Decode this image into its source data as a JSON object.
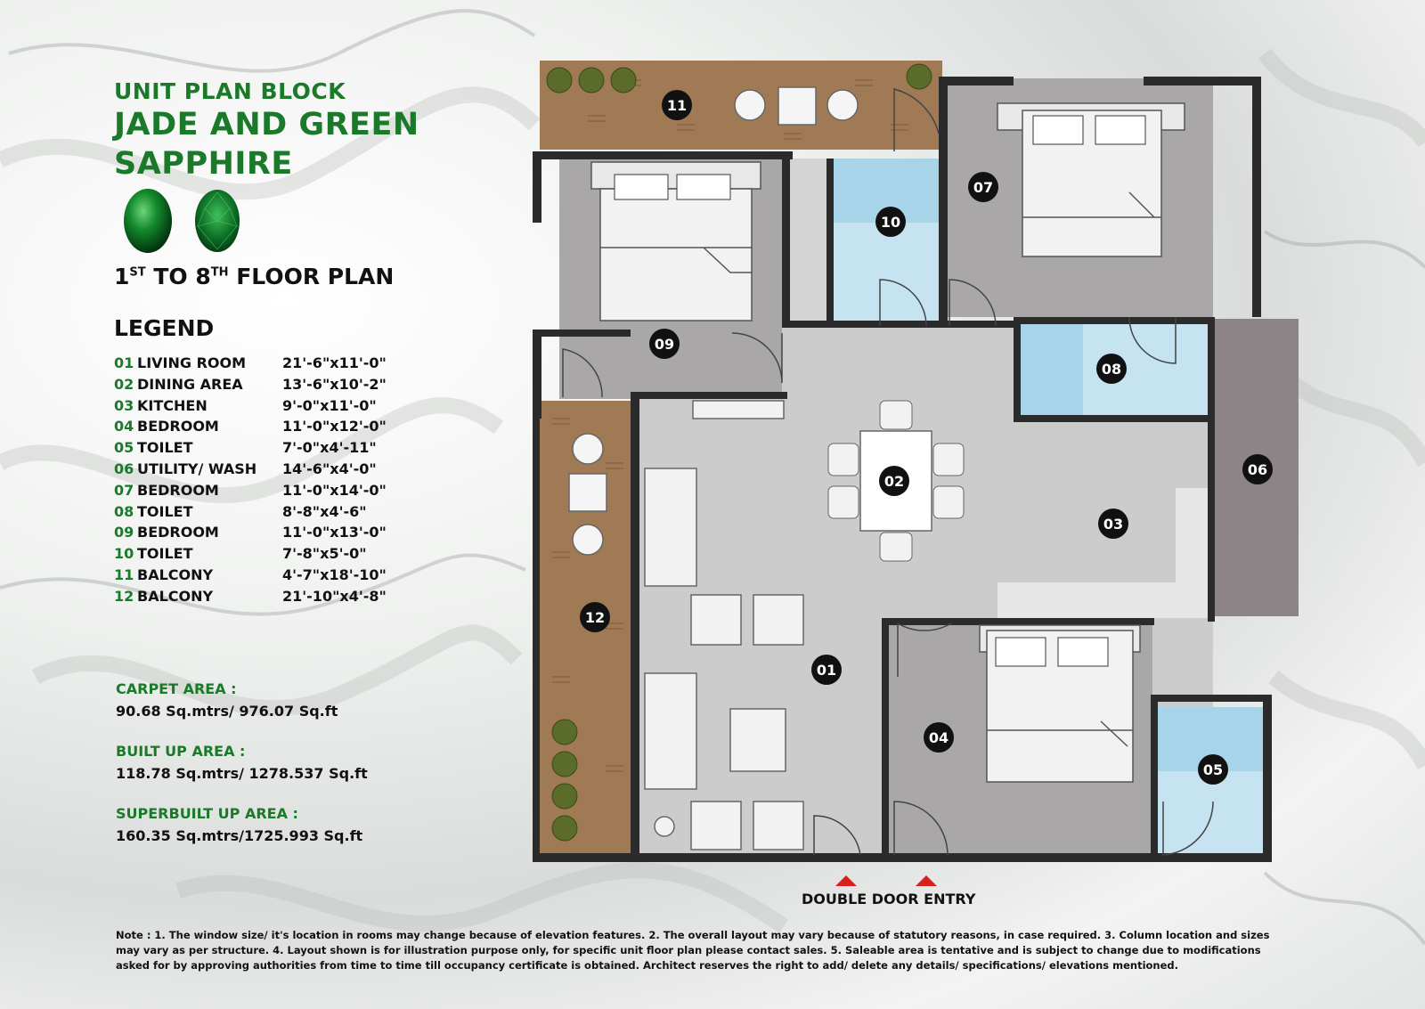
{
  "header": {
    "line1": "UNIT PLAN BLOCK",
    "line2": "JADE AND GREEN SAPPHIRE"
  },
  "floor_plan_title": {
    "prefix": "1",
    "sup1": "ST",
    "middle": " TO 8",
    "sup2": "TH",
    "suffix": " FLOOR PLAN"
  },
  "legend": {
    "title": "LEGEND",
    "items": [
      {
        "num": "01",
        "name": "LIVING ROOM",
        "size": "21'-6\"x11'-0\""
      },
      {
        "num": "02",
        "name": "DINING AREA",
        "size": "13'-6\"x10'-2\""
      },
      {
        "num": "03",
        "name": "KITCHEN",
        "size": "9'-0\"x11'-0\""
      },
      {
        "num": "04",
        "name": "BEDROOM",
        "size": "11'-0\"x12'-0\""
      },
      {
        "num": "05",
        "name": "TOILET",
        "size": "7'-0\"x4'-11\""
      },
      {
        "num": "06",
        "name": "UTILITY/ WASH",
        "size": "14'-6\"x4'-0\""
      },
      {
        "num": "07",
        "name": "BEDROOM",
        "size": "11'-0\"x14'-0\""
      },
      {
        "num": "08",
        "name": "TOILET",
        "size": "8'-8\"x4'-6\""
      },
      {
        "num": "09",
        "name": "BEDROOM",
        "size": "11'-0\"x13'-0\""
      },
      {
        "num": "10",
        "name": "TOILET",
        "size": "7'-8\"x5'-0\""
      },
      {
        "num": "11",
        "name": "BALCONY",
        "size": "4'-7\"x18'-10\""
      },
      {
        "num": "12",
        "name": "BALCONY",
        "size": "21'-10\"x4'-8\""
      }
    ]
  },
  "areas": {
    "carpet_label": "CARPET AREA :",
    "carpet_value": "90.68 Sq.mtrs/ 976.07 Sq.ft",
    "builtup_label": "BUILT UP AREA :",
    "builtup_value": "118.78 Sq.mtrs/ 1278.537 Sq.ft",
    "superbuilt_label": "SUPERBUILT UP AREA :",
    "superbuilt_value": "160.35 Sq.mtrs/1725.993 Sq.ft"
  },
  "plan_labels": [
    "01",
    "02",
    "03",
    "04",
    "05",
    "06",
    "07",
    "08",
    "09",
    "10",
    "11",
    "12"
  ],
  "entry_label": "DOUBLE DOOR ENTRY",
  "note": "Note : 1. The window size/ it's location in rooms may change because of elevation features. 2. The overall layout may vary because of statutory reasons, in case required. 3. Column location and sizes may vary as per structure. 4. Layout shown is for illustration purpose only, for specific unit floor plan please contact sales. 5. Saleable area is tentative and is subject to change due to modifications asked for by approving authorities from time to time till occupancy certificate is obtained. Architect reserves the right to add/ delete any details/ specifications/ elevations mentioned.",
  "colors": {
    "accent_green": "#1a7a2a",
    "wall": "#2b2b2b",
    "floor_grey": "#c9c9c9",
    "bedroom_grey": "#aaa7a8",
    "toilet_blue": "#a8d4ea",
    "balcony_wood": "#a07a55",
    "utility": "#8c8487"
  }
}
